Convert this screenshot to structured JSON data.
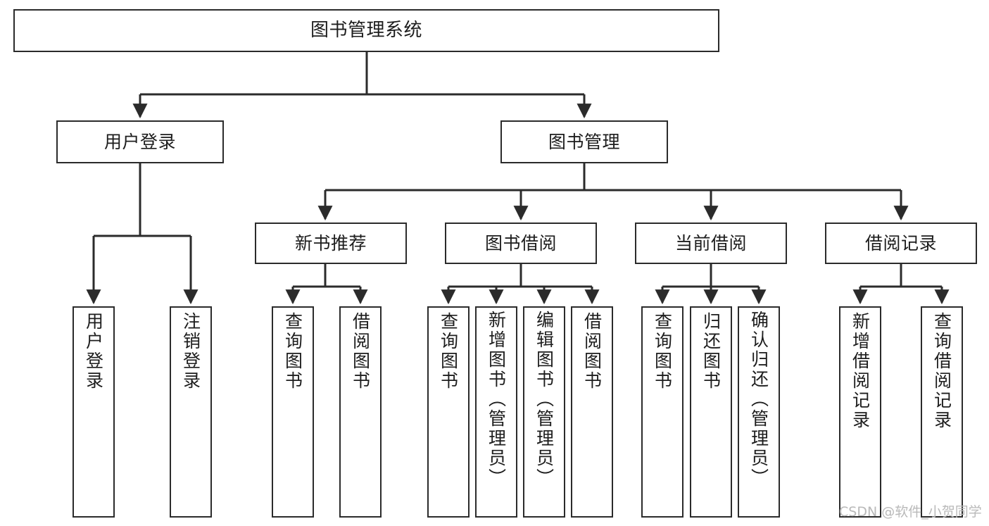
{
  "diagram": {
    "title": "图书管理系统",
    "type": "tree-hierarchy-chart",
    "root": {
      "label": "图书管理系统"
    },
    "level2": [
      {
        "label": "用户登录"
      },
      {
        "label": "图书管理"
      }
    ],
    "level3": [
      {
        "label": "新书推荐"
      },
      {
        "label": "图书借阅"
      },
      {
        "label": "当前借阅"
      },
      {
        "label": "借阅记录"
      }
    ],
    "leaves": {
      "user_login": [
        {
          "label": "用户登录"
        },
        {
          "label": "注销登录"
        }
      ],
      "new_book_recommend": [
        {
          "label": "查询图书"
        },
        {
          "label": "借阅图书"
        }
      ],
      "book_borrow": [
        {
          "label": "查询图书"
        },
        {
          "label": "新增图书（管理员）"
        },
        {
          "label": "编辑图书（管理员）"
        },
        {
          "label": "借阅图书"
        }
      ],
      "current_borrow": [
        {
          "label": "查询图书"
        },
        {
          "label": "归还图书"
        },
        {
          "label": "确认归还（管理员）"
        }
      ],
      "borrow_record": [
        {
          "label": "新增借阅记录"
        },
        {
          "label": "查询借阅记录"
        }
      ]
    }
  },
  "watermark": {
    "text": "CSDN @软件_小贺同学"
  },
  "colors": {
    "node_border": "#2b2b2b",
    "node_fill": "#ffffff",
    "connector": "#2b2b2b",
    "text": "#1d1d1d",
    "watermark": "#b9b9b9",
    "background": "#ffffff"
  }
}
